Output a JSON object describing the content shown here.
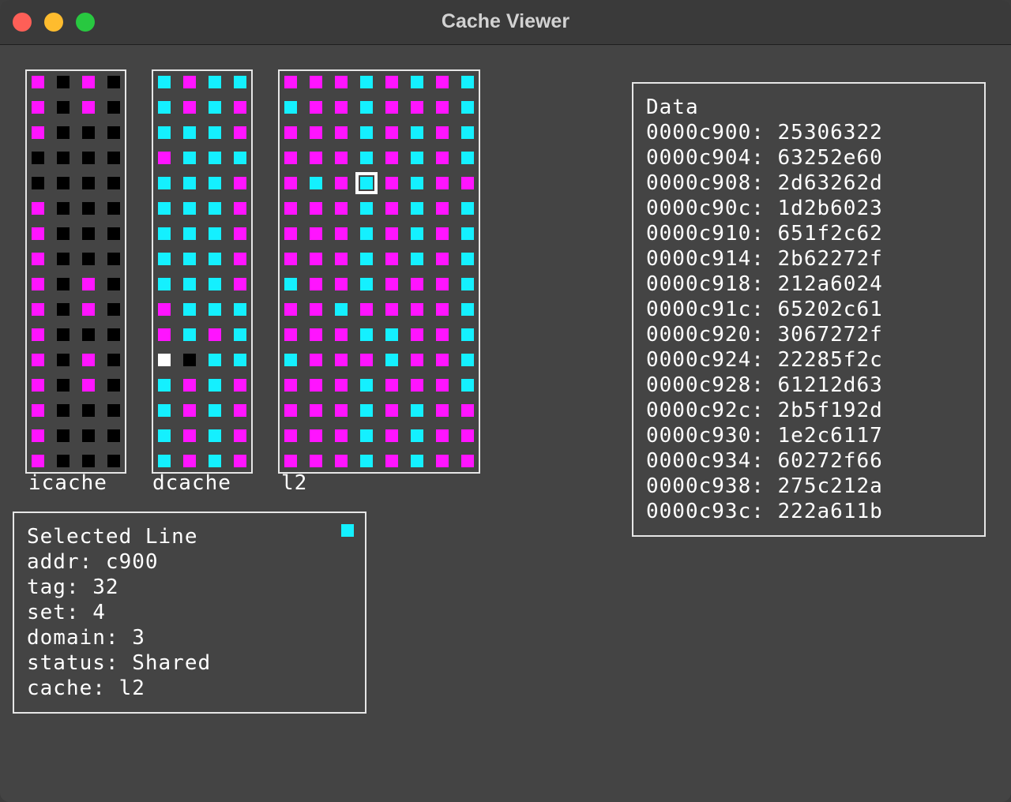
{
  "window": {
    "title": "Cache Viewer"
  },
  "colors": {
    "magenta": "#ff14ff",
    "cyan": "#14f0ff",
    "black": "#000000",
    "white": "#ffffff"
  },
  "caches": [
    {
      "id": "icache",
      "label": "icache",
      "rows": [
        "MKMK",
        "MKMK",
        "MKKK",
        "KKKK",
        "KKKK",
        "MKKK",
        "MKKK",
        "MKKK",
        "MKMK",
        "MKMK",
        "MKKK",
        "MKMK",
        "MKMK",
        "MKKK",
        "MKKK",
        "MKKK"
      ]
    },
    {
      "id": "dcache",
      "label": "dcache",
      "rows": [
        "CMCC",
        "CMCM",
        "CCCM",
        "MCCC",
        "CCCM",
        "CCCM",
        "CCCM",
        "CCCM",
        "CCCM",
        "MCCC",
        "MCMC",
        "WKCC",
        "CMCM",
        "CMCM",
        "CMCM",
        "CMCM"
      ]
    },
    {
      "id": "l2",
      "label": "l2",
      "selected": [
        4,
        3
      ],
      "rows": [
        "MMMCMCMC",
        "CMMCMMMC",
        "MMMCMCMC",
        "MMMCMCMC",
        "MCMCMCMM",
        "MMMCMCMC",
        "MMMCMCMC",
        "MMMCMCMC",
        "CMMCMMMC",
        "MMCMMMMC",
        "MMMCCMMC",
        "CMMMCMMC",
        "MMMCMMMC",
        "MMMCMCMM",
        "MMMCMCMM",
        "MMMCMCMM"
      ]
    }
  ],
  "data_panel": {
    "title": "Data",
    "rows": [
      "0000c900: 25306322",
      "0000c904: 63252e60",
      "0000c908: 2d63262d",
      "0000c90c: 1d2b6023",
      "0000c910: 651f2c62",
      "0000c914: 2b62272f",
      "0000c918: 212a6024",
      "0000c91c: 65202c61",
      "0000c920: 3067272f",
      "0000c924: 22285f2c",
      "0000c928: 61212d63",
      "0000c92c: 2b5f192d",
      "0000c930: 1e2c6117",
      "0000c934: 60272f66",
      "0000c938: 275c212a",
      "0000c93c: 222a611b"
    ]
  },
  "selected_panel": {
    "title": "Selected Line",
    "swatch_color": "#14f0ff",
    "fields": [
      "addr: c900",
      "tag: 32",
      "set: 4",
      "domain: 3",
      "status: Shared",
      "cache: l2"
    ]
  }
}
